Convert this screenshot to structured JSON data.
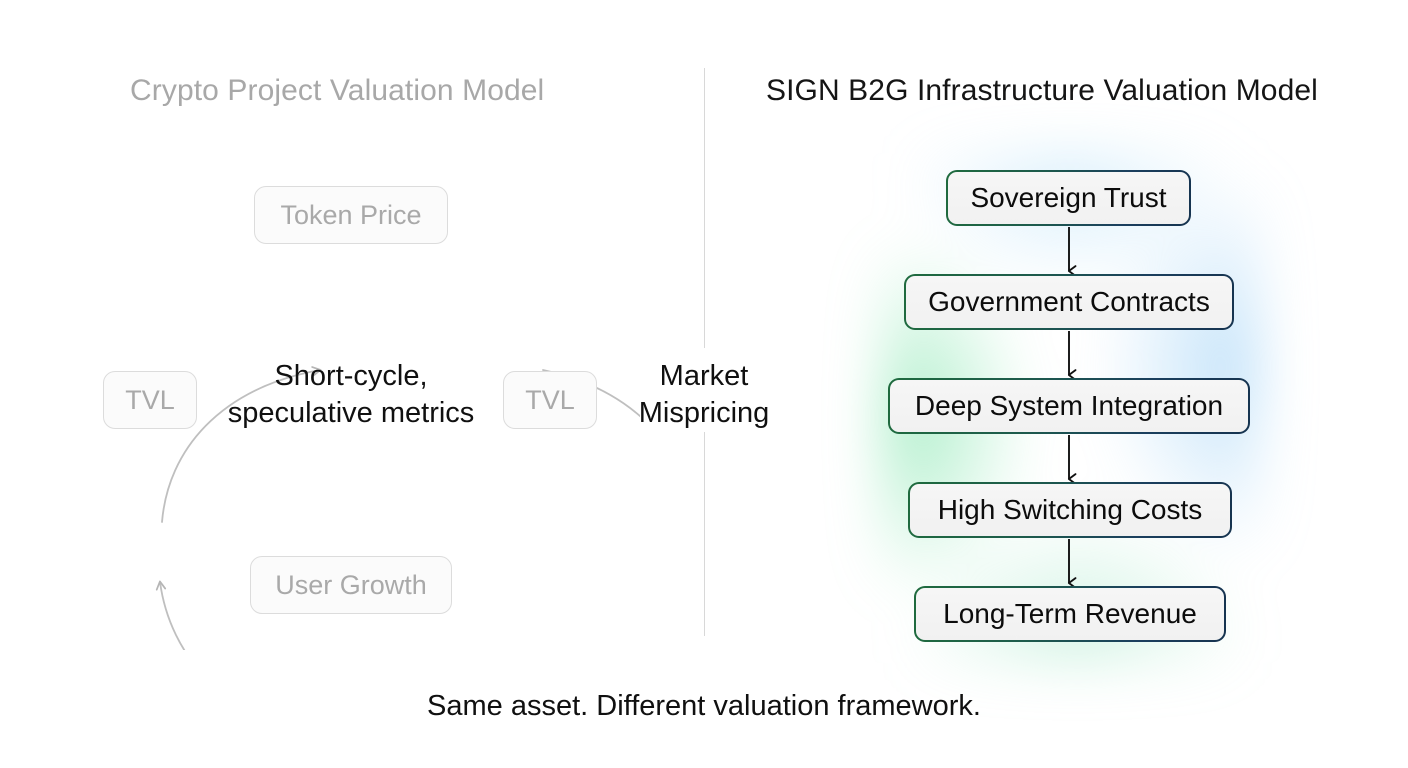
{
  "left_panel": {
    "title": "Crypto Project Valuation Model",
    "center_line_1": "Short-cycle,",
    "center_line_2": "speculative metrics",
    "nodes": [
      {
        "id": "token-price",
        "label": "Token Price"
      },
      {
        "id": "tvl-right",
        "label": "TVL"
      },
      {
        "id": "user-growth",
        "label": "User Growth"
      },
      {
        "id": "tvl-left",
        "label": "TVL"
      }
    ],
    "node_text_color": "#a9a9a9",
    "node_border_color": "#dcdcdc",
    "arrow_color": "#b5b5b5"
  },
  "middle": {
    "label_line_1": "Market",
    "label_line_2": "Mispricing",
    "divider_color": "#d8d8d8"
  },
  "right_panel": {
    "title": "SIGN B2G Infrastructure Valuation Model",
    "nodes": [
      {
        "id": "sovereign-trust",
        "label": "Sovereign Trust"
      },
      {
        "id": "government-contracts",
        "label": "Government Contracts"
      },
      {
        "id": "deep-system-integration",
        "label": "Deep System Integration"
      },
      {
        "id": "high-switching-costs",
        "label": "High Switching Costs"
      },
      {
        "id": "long-term-revenue",
        "label": "Long-Term Revenue"
      }
    ],
    "glow_green": "#6ee1a0",
    "glow_blue": "#96cdf5",
    "border_gradient_start": "#1f6b3e",
    "border_gradient_end": "#16334f",
    "arrow_color": "#111111"
  },
  "caption": "Same asset. Different valuation framework."
}
